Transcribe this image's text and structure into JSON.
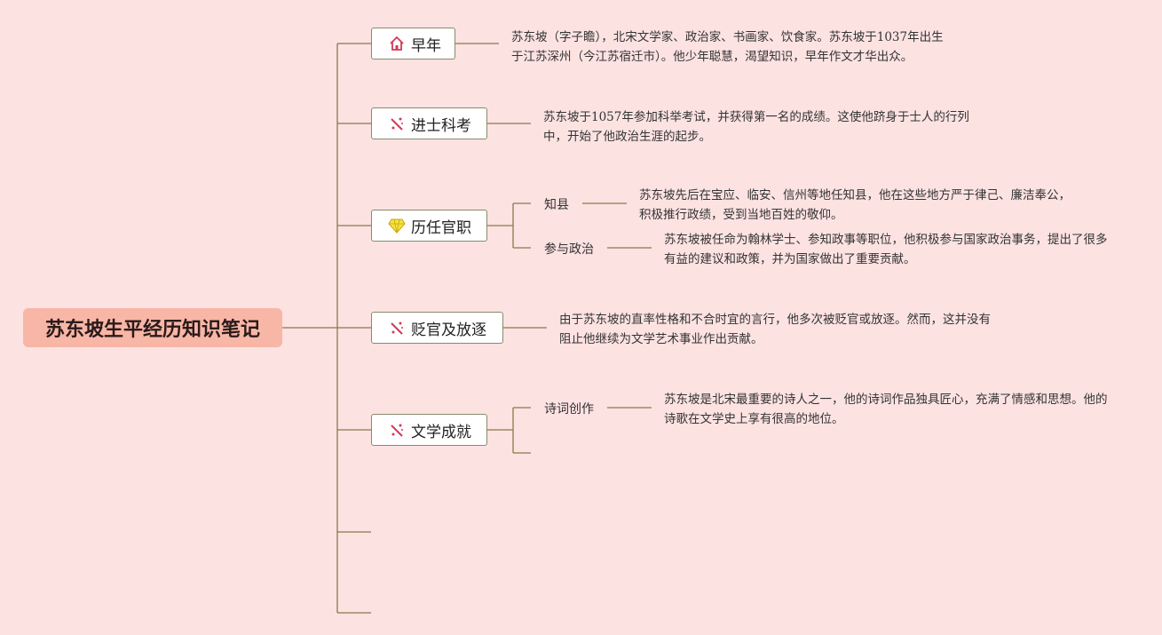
{
  "root": {
    "title": "苏东坡生平经历知识笔记"
  },
  "branches": [
    {
      "label": "早年",
      "icon": "house-icon",
      "text": "苏东坡（字子瞻），北宋文学家、政治家、书画家、饮食家。苏东坡于1037年出生于江苏深州（今江苏宿迁市）。他少年聪慧，渴望知识，早年作文才华出众。"
    },
    {
      "label": "进士科考",
      "icon": "magic-wand-icon",
      "text": "苏东坡于1057年参加科举考试，并获得第一名的成绩。这使他跻身于士人的行列中，开始了他政治生涯的起步。"
    },
    {
      "label": "历任官职",
      "icon": "diamond-icon",
      "subs": [
        {
          "label": "知县",
          "text": "苏东坡先后在宝应、临安、信州等地任知县，他在这些地方严于律己、廉洁奉公，积极推行政绩，受到当地百姓的敬仰。"
        },
        {
          "label": "参与政治",
          "text": "苏东坡被任命为翰林学士、参知政事等职位，他积极参与国家政治事务，提出了很多有益的建议和政策，并为国家做出了重要贡献。"
        }
      ]
    },
    {
      "label": "贬官及放逐",
      "icon": "magic-wand-icon",
      "text": "由于苏东坡的直率性格和不合时宜的言行，他多次被贬官或放逐。然而，这并没有阻止他继续为文学艺术事业作出贡献。"
    },
    {
      "label": "文学成就",
      "icon": "magic-wand-icon",
      "subs": [
        {
          "label": "诗词创作",
          "text": "苏东坡是北宋最重要的诗人之一，他的诗词作品独具匠心，充满了情感和思想。他的诗歌在文学史上享有很高的地位。"
        }
      ]
    }
  ],
  "colors": {
    "background": "#fde2e2",
    "root": "#f8b6a6",
    "line": "#7a6a3a"
  }
}
